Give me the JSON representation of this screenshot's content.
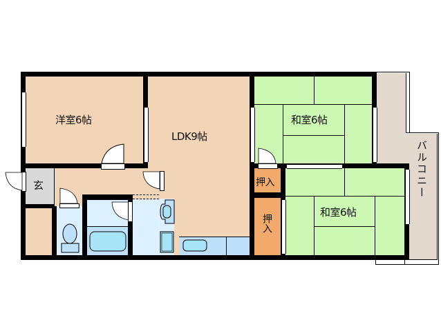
{
  "floor_plan": {
    "rooms": [
      {
        "id": "western-room",
        "label": "洋室6帖",
        "color": "#f2d4b7"
      },
      {
        "id": "ldk",
        "label": "LDK9帖",
        "color": "#f2d4b7"
      },
      {
        "id": "japanese-room-1",
        "label": "和室6帖",
        "color": "#ccf8b4"
      },
      {
        "id": "japanese-room-2",
        "label": "和室6帖",
        "color": "#ccf8b4"
      },
      {
        "id": "entrance",
        "label": "玄",
        "color": "#d9d9d9"
      },
      {
        "id": "closet-1",
        "label": "押入",
        "color": "#f2aa6c"
      },
      {
        "id": "closet-2",
        "label": "押入",
        "color": "#f2aa6c"
      },
      {
        "id": "balcony",
        "label": "バルコニー",
        "color": "#e2d8ce"
      },
      {
        "id": "toilet",
        "label": "",
        "color": "#ddf0ff"
      },
      {
        "id": "bathroom",
        "label": "",
        "color": "#ddf0ff"
      },
      {
        "id": "washroom",
        "label": "",
        "color": "#ddf0ff"
      },
      {
        "id": "storage",
        "label": "",
        "color": "#f2d4b7"
      }
    ],
    "colors": {
      "wall": "#000000",
      "fixture": "#a8e4f8",
      "fixture_bg": "#bfe0fb"
    }
  }
}
